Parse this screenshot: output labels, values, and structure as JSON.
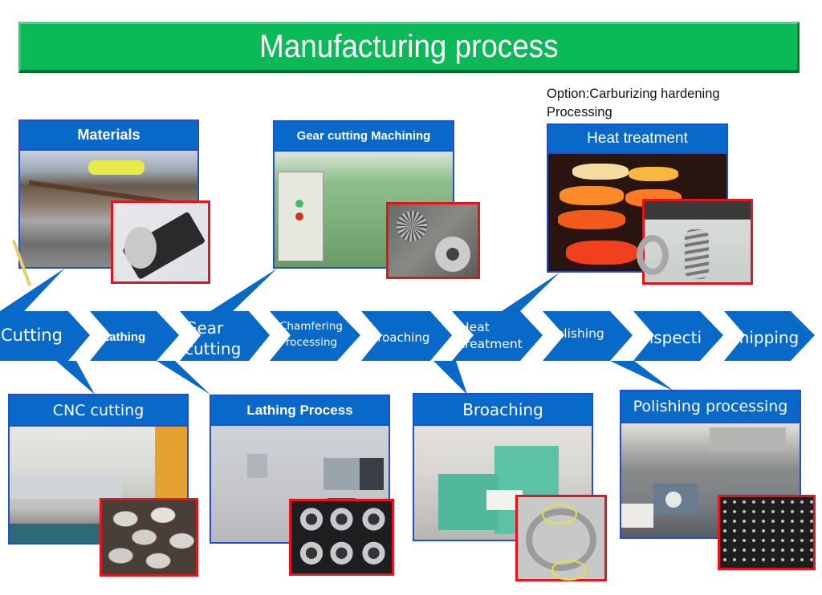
{
  "title": "Manufacturing process",
  "option_note": "Option:Carburizing hardening Processing",
  "colors": {
    "banner_green": "#0cb957",
    "step_blue": "#0869c9",
    "card_border_blue": "#1f4fd0",
    "inset_border_red": "#e0151e"
  },
  "steps": [
    {
      "label": "Cutting"
    },
    {
      "label": "Lathing"
    },
    {
      "label": "Gear cutting"
    },
    {
      "label": "Chamfering Processing"
    },
    {
      "label": "Broaching"
    },
    {
      "label": "Heat treatment"
    },
    {
      "label": "Polishing"
    },
    {
      "label": "inspecti"
    },
    {
      "label": "Shipping"
    }
  ],
  "cards": {
    "materials": {
      "title": "Materials",
      "photo": "steel bar storage rack",
      "inset": "round steel bar"
    },
    "gear_cutting": {
      "title": "Gear cutting Machining",
      "photo": "green gear cutting machine",
      "inset": "bevel gears"
    },
    "heat_treatment": {
      "title": "Heat treatment",
      "photo": "glowing heated rings",
      "inset": "quenched parts"
    },
    "cnc_cutting": {
      "title": "CNC cutting",
      "photo": "CNC cutting machine",
      "inset": "cut round billets"
    },
    "lathing": {
      "title": "Lathing Process",
      "photo": "CNC lathe",
      "inset": "turned bushings"
    },
    "broaching": {
      "title": "Broaching",
      "photo": "broaching machine",
      "inset": "broached ring with highlighted keyways"
    },
    "polishing": {
      "title": "Polishing processing",
      "photo": "polishing machine",
      "inset": "polished parts tray"
    }
  }
}
